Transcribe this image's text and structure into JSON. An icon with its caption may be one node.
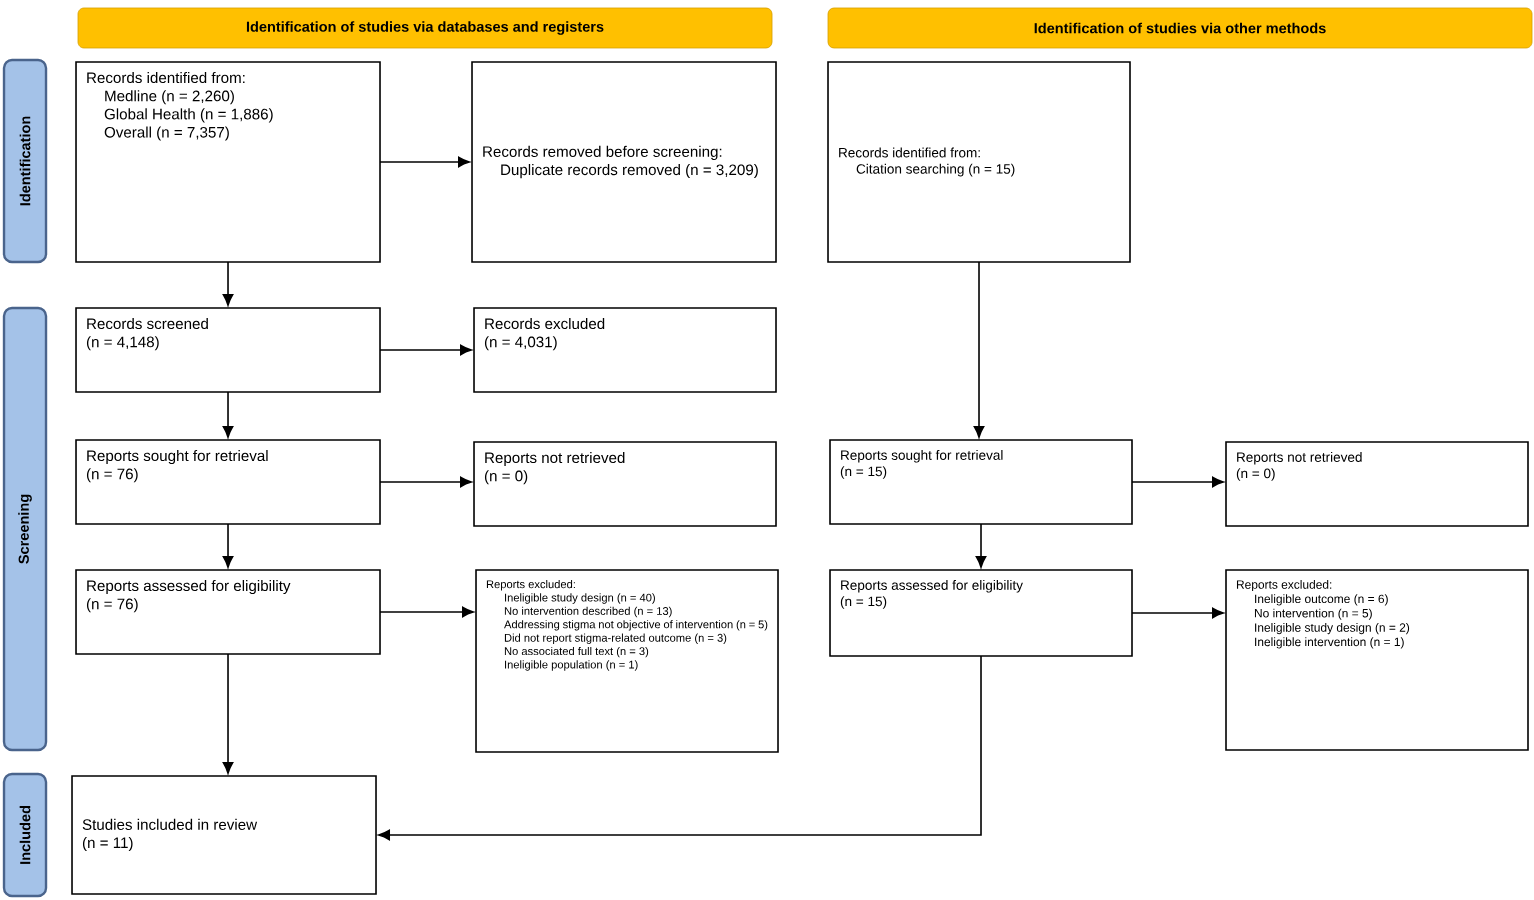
{
  "diagram": {
    "nodes": [
      {
        "text": [
          "Identification of studies via databases and registers"
        ]
      },
      {
        "text": [
          "Identification of studies via other methods"
        ]
      },
      {
        "text": [
          "Identification"
        ]
      },
      {
        "text": [
          "Screening"
        ]
      },
      {
        "text": [
          "Included"
        ]
      },
      {
        "text": [
          "Records identified from:",
          "Medline (n = 2,260)",
          "Global Health (n = 1,886)",
          "Overall (n = 7,357)"
        ]
      },
      {
        "text": [
          "Records removed before screening:",
          "Duplicate records removed (n = 3,209)"
        ]
      },
      {
        "text": [
          "Records identified from:",
          "Citation searching (n = 15)"
        ]
      },
      {
        "text": [
          "Records screened",
          "(n = 4,148)"
        ]
      },
      {
        "text": [
          "Records excluded",
          "(n = 4,031)"
        ]
      },
      {
        "text": [
          "Reports sought for retrieval",
          "(n = 76)"
        ]
      },
      {
        "text": [
          "Reports not retrieved",
          "(n = 0)"
        ]
      },
      {
        "text": [
          "Reports sought for retrieval",
          "(n = 15)"
        ]
      },
      {
        "text": [
          "Reports not retrieved",
          "(n = 0)"
        ]
      },
      {
        "text": [
          "Reports assessed for eligibility",
          "(n = 76)"
        ]
      },
      {
        "text": [
          "Reports excluded:",
          "Ineligible study design (n = 40)",
          "No intervention described (n = 13)",
          "Addressing stigma not objective of intervention (n = 5)",
          "Did not report stigma-related outcome (n = 3)",
          "No associated full text (n = 3)",
          "Ineligible population (n = 1)"
        ]
      },
      {
        "text": [
          "Reports assessed for eligibility",
          "(n = 15)"
        ]
      },
      {
        "text": [
          "Reports excluded:",
          "Ineligible outcome (n = 6)",
          "No intervention (n = 5)",
          "Ineligible study design (n = 2)",
          "Ineligible intervention (n = 1)"
        ]
      },
      {
        "text": [
          "Studies included in review",
          "(n = 11)"
        ]
      }
    ],
    "edges": [
      {
        "from": 5,
        "to": 6,
        "arrow": "to"
      },
      {
        "from": 5,
        "to": 8,
        "arrow": "to"
      },
      {
        "from": 8,
        "to": 9,
        "arrow": "to"
      },
      {
        "from": 8,
        "to": 10,
        "arrow": "to"
      },
      {
        "from": 10,
        "to": 11,
        "arrow": "to"
      },
      {
        "from": 10,
        "to": 14,
        "arrow": "to"
      },
      {
        "from": 14,
        "to": 15,
        "arrow": "to"
      },
      {
        "from": 14,
        "to": 18,
        "arrow": "to"
      },
      {
        "from": 7,
        "to": 12,
        "arrow": "to"
      },
      {
        "from": 12,
        "to": 13,
        "arrow": "to"
      },
      {
        "from": 12,
        "to": 16,
        "arrow": "to"
      },
      {
        "from": 16,
        "to": 17,
        "arrow": "to"
      },
      {
        "from": 16,
        "to": 18,
        "arrow": "to"
      }
    ]
  }
}
